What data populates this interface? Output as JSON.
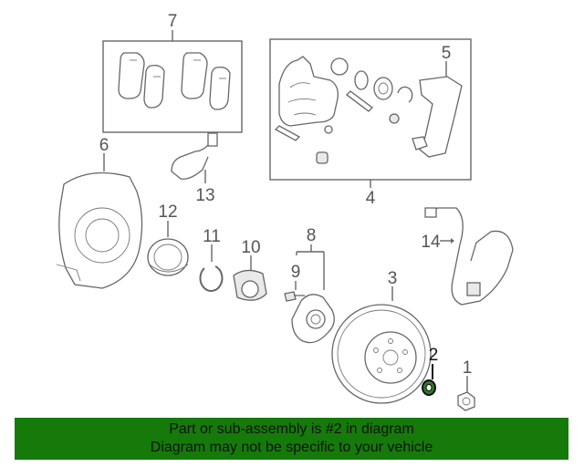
{
  "callouts": {
    "c1": "1",
    "c2": "2",
    "c3": "3",
    "c4": "4",
    "c5": "5",
    "c6": "6",
    "c7": "7",
    "c8": "8",
    "c9": "9",
    "c10": "10",
    "c11": "11",
    "c12": "12",
    "c13": "13",
    "c14": "14"
  },
  "highlighted_part": "2",
  "banner": {
    "line1": "Part or sub-assembly is #2 in diagram",
    "line2": "Diagram may not be specific to your vehicle",
    "background": "#157a0a"
  },
  "colors": {
    "line": "#666666",
    "highlight": "#111111",
    "highlight_fill": "#2f7a2a"
  }
}
